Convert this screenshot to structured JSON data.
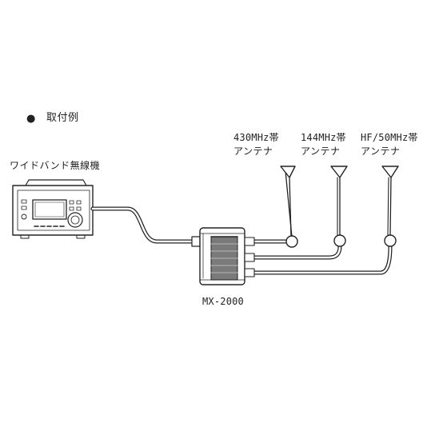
{
  "section": {
    "bullet": "●",
    "heading": "取付例"
  },
  "radio": {
    "label": "ワイドバンド無線機"
  },
  "duplexer": {
    "label": "MX-2000"
  },
  "antennas": [
    {
      "band": "430MHz帯",
      "type": "アンテナ"
    },
    {
      "band": "144MHz帯",
      "type": "アンテナ"
    },
    {
      "band": "HF/50MHz帯",
      "type": "アンテナ"
    }
  ],
  "colors": {
    "line": "#222222",
    "fill": "#ffffff",
    "core": "#7a7a7a"
  }
}
